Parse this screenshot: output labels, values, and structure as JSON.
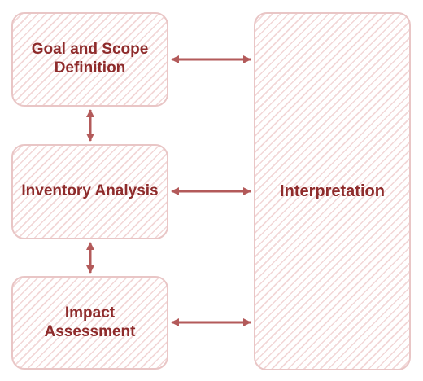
{
  "diagram": {
    "boxes": {
      "goal_scope": "Goal and Scope Definition",
      "inventory": "Inventory Analysis",
      "impact": "Impact Assessment",
      "interpretation": "Interpretation"
    }
  },
  "colors": {
    "text": "#8e2b2b",
    "arrow": "#b35a5a",
    "box_border": "#e9c6c6",
    "hatch": "#e0a0a0"
  }
}
